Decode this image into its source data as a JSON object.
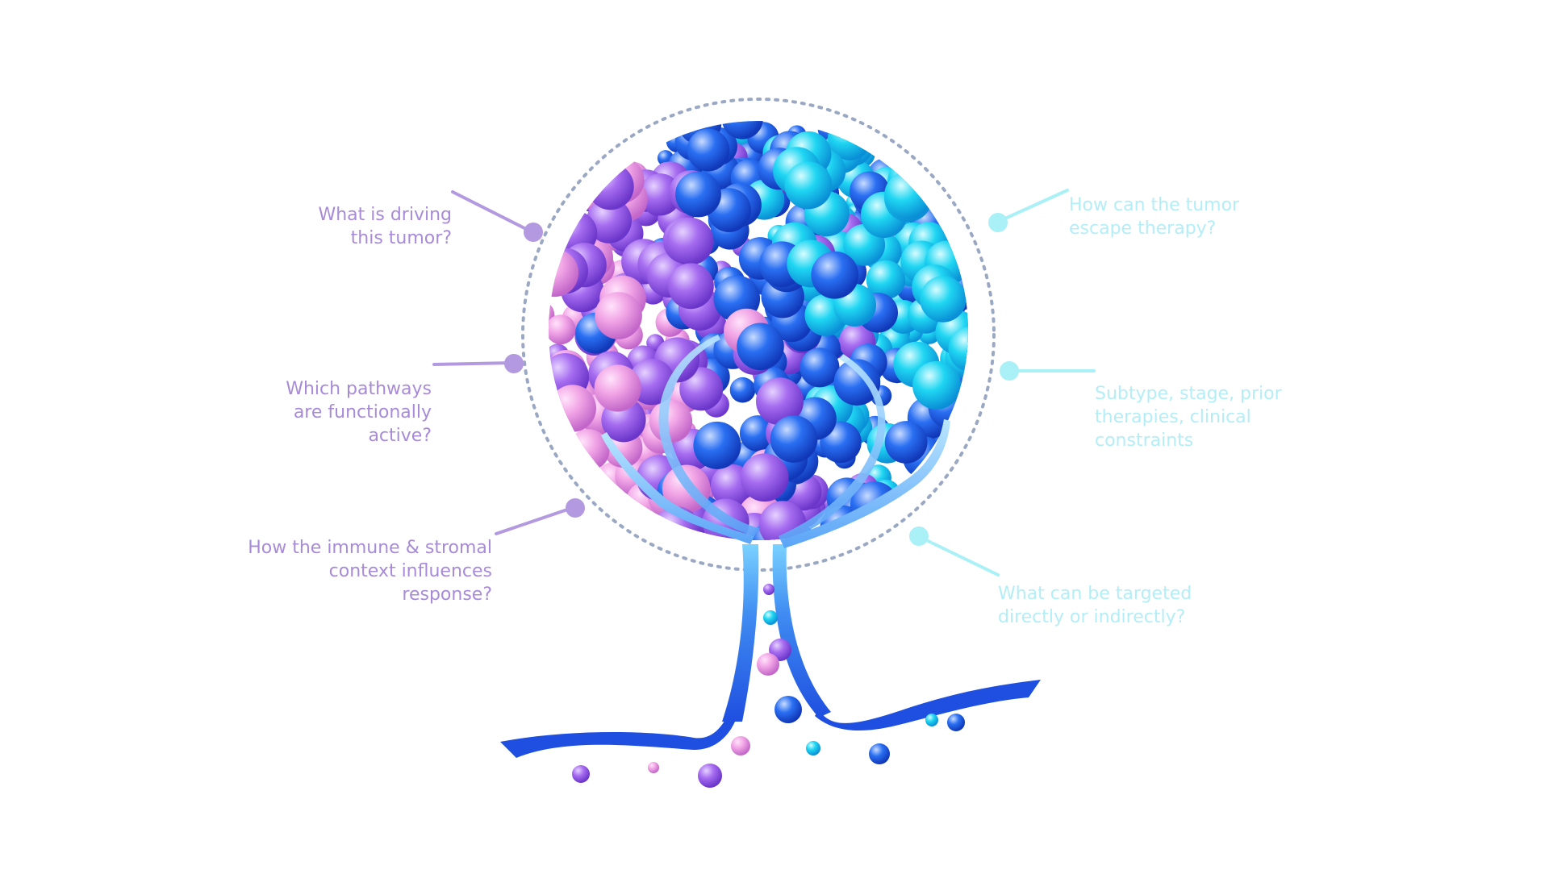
{
  "colors": {
    "left_accent": "#b39ae0",
    "left_text": "#a78bd9",
    "right_accent": "#a9f0f7",
    "right_text": "#b3eef7",
    "ring": "#9aa8c4",
    "trunk": "#1f63e8",
    "trunk_light": "#7ad2ff",
    "sphere_pink": "#f2a6e6",
    "sphere_violet": "#a66cf0",
    "sphere_blue": "#2a6ff2",
    "sphere_cyan": "#1fd6f2"
  },
  "questions": {
    "left": [
      {
        "lines": [
          "What is driving",
          "this tumor?"
        ]
      },
      {
        "lines": [
          "Which pathways",
          "are functionally",
          "active?"
        ]
      },
      {
        "lines": [
          "How the immune & stromal",
          "context influences",
          "response?"
        ]
      }
    ],
    "right": [
      {
        "lines": [
          "How can the tumor",
          "escape therapy?"
        ]
      },
      {
        "lines": [
          "Subtype, stage, prior",
          "therapies, clinical",
          "constraints"
        ]
      },
      {
        "lines": [
          "What can be targeted",
          "directly or indirectly?"
        ]
      }
    ]
  }
}
